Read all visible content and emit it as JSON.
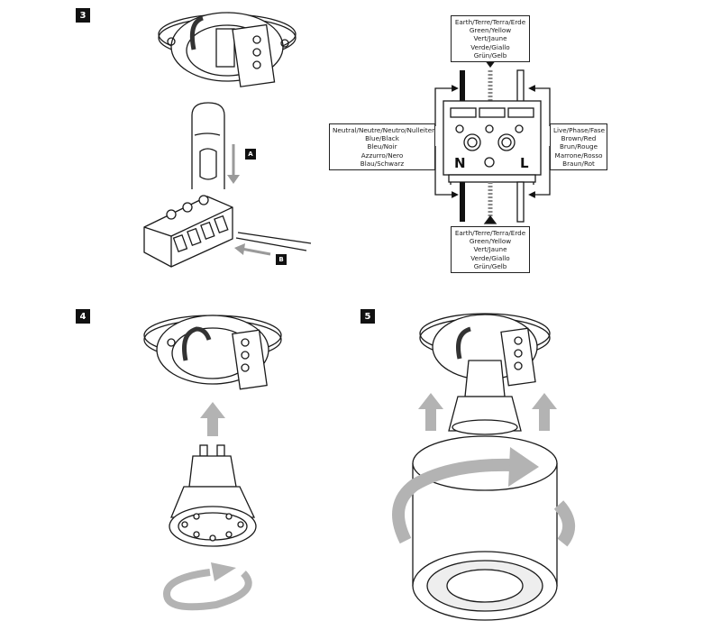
{
  "steps": {
    "step3": "3",
    "step4": "4",
    "step5": "5"
  },
  "tags": {
    "a": "A",
    "b": "B"
  },
  "terminals": {
    "neutral": "N",
    "live": "L"
  },
  "earth_top": [
    "Earth/Terre/Terra/Erde",
    "Green/Yellow",
    "Vert/Jaune",
    "Verde/Giallo",
    "Grün/Gelb"
  ],
  "earth_bottom": [
    "Earth/Terre/Terra/Erde",
    "Green/Yellow",
    "Vert/Jaune",
    "Verde/Giallo",
    "Grün/Gelb"
  ],
  "neutral": [
    "Neutral/Neutre/Neutro/Nulleiter",
    "Blue/Black",
    "Bleu/Noir",
    "Azzurro/Nero",
    "Blau/Schwarz"
  ],
  "live": [
    "Live/Phase/Fase",
    "Brown/Red",
    "Brun/Rouge",
    "Marrone/Rosso",
    "Braun/Rot"
  ],
  "colors": {
    "arrow_grey": "#b3b3b3",
    "line": "#1a1a1a",
    "badge": "#111111"
  }
}
